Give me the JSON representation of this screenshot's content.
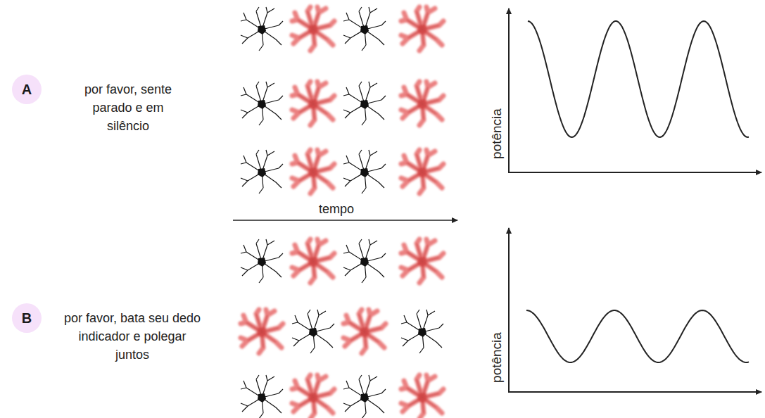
{
  "diagram": {
    "nodes": [
      {
        "text": [
          "A"
        ]
      },
      {
        "text": [
          "B"
        ]
      }
    ],
    "labels": [
      "por favor, sente parado e em silêncio",
      "potência",
      "tempo",
      "por favor, bata seu dedo indicador e polegar juntos",
      "potência"
    ]
  }
}
